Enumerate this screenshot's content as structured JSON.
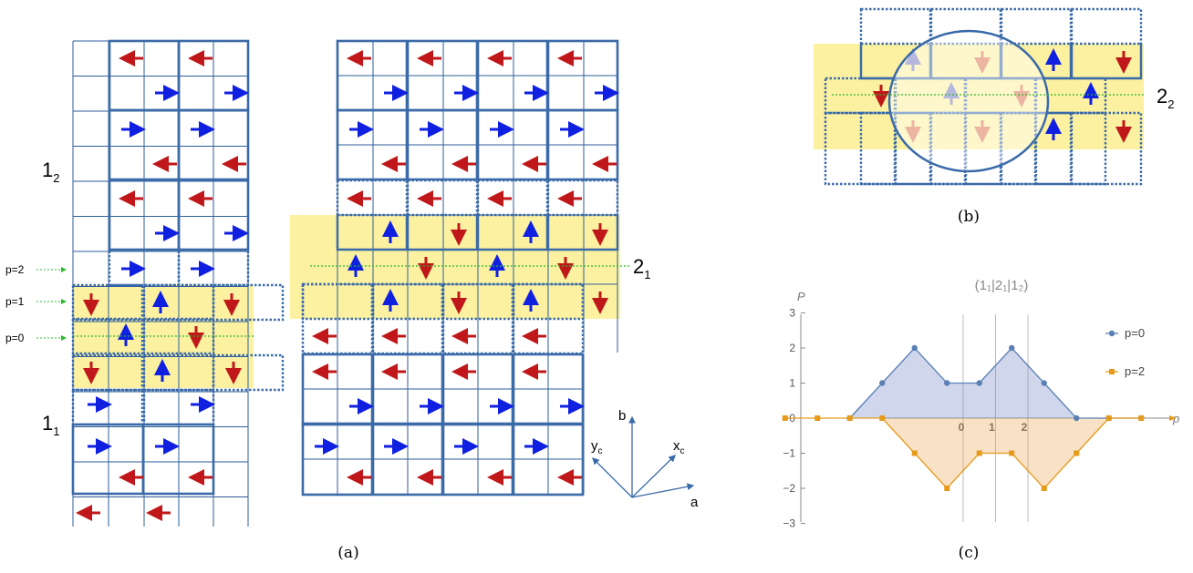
{
  "colors": {
    "cell_line": "#2e5e9c",
    "block_line": "#3a6aa8",
    "yellow": "#fbf1a0",
    "red_arrow": "#c0181a",
    "blue_arrow": "#1020e0",
    "green": "#2cb82c",
    "series_p0": "#5a7fb5",
    "series_p2": "#e69a1a"
  },
  "panel_a": {
    "caption": "(a)",
    "p_labels": [
      "p=2",
      "p=1",
      "p=0"
    ],
    "left_labels": {
      "top_main": "1",
      "top_sub": "2",
      "bottom_main": "1",
      "bottom_sub": "1"
    },
    "right_label": {
      "main": "2",
      "sub": "1"
    },
    "axes": {
      "b": "b",
      "a": "a",
      "yc": "y",
      "yc_sub": "c",
      "xc": "x",
      "xc_sub": "c"
    }
  },
  "panel_b": {
    "caption": "(b)",
    "label": {
      "main": "2",
      "sub": "2"
    }
  },
  "panel_c": {
    "caption": "(c)",
    "title": "(1₁|2₁|1₂)",
    "ylabel": "P",
    "xlabel": "p"
  },
  "chart_data": {
    "type": "line",
    "title": "(1₁|2₁|1₂)",
    "xlabel": "p",
    "ylabel": "P",
    "x_ticks": [
      "0",
      "1",
      "2"
    ],
    "y_ticks": [
      "3",
      "2",
      "1",
      "0",
      "−1",
      "−2",
      "−3"
    ],
    "ylim": [
      -3,
      3
    ],
    "legend_position": "right",
    "series": [
      {
        "name": "p=0",
        "x": [
          -3.5,
          -2.5,
          -1.5,
          -0.5,
          0.5,
          1.5,
          2.5,
          3.5,
          4.5,
          5.5
        ],
        "y": [
          0,
          1,
          2,
          1,
          1,
          2,
          1,
          0,
          0,
          0
        ]
      },
      {
        "name": "p=2",
        "x": [
          -5.5,
          -4.5,
          -3.5,
          -2.5,
          -1.5,
          -0.5,
          0.5,
          1.5,
          2.5,
          3.5,
          4.5,
          5.5
        ],
        "y": [
          0,
          0,
          0,
          0,
          -1,
          -2,
          -1,
          -1,
          -2,
          -1,
          0,
          0
        ]
      }
    ]
  }
}
